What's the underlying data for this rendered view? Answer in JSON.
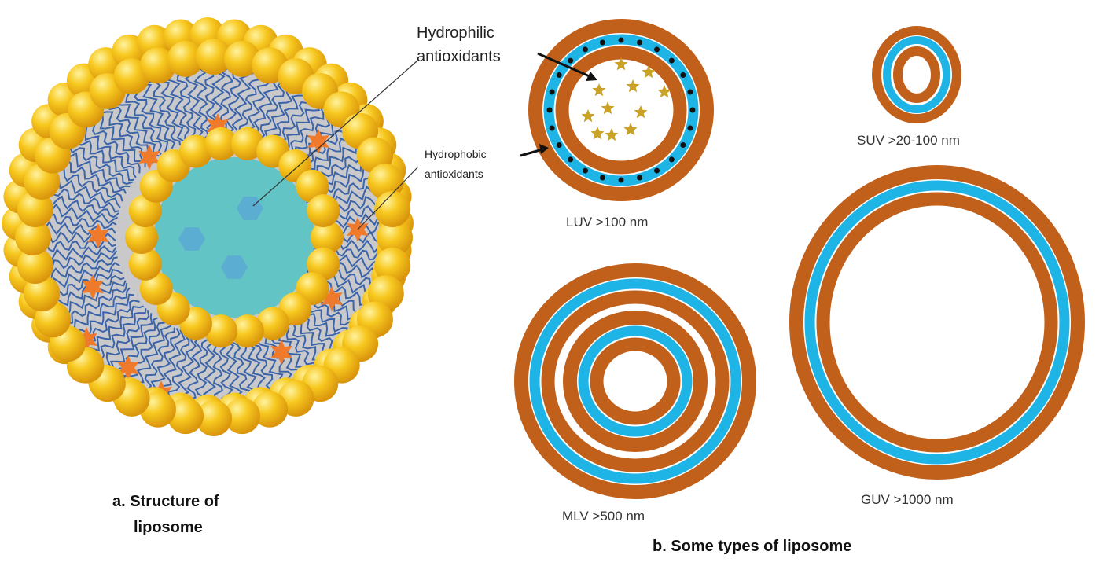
{
  "annotations": {
    "hydrophilic": [
      "Hydrophilic",
      "antioxidants"
    ],
    "hydrophobic": [
      "Hydrophobic",
      "antioxidants"
    ]
  },
  "types": {
    "luv": "LUV >100 nm",
    "suv": "SUV >20-100 nm",
    "mlv": "MLV >500 nm",
    "guv": "GUV >1000 nm"
  },
  "captions": {
    "a": [
      "a. Structure of",
      "liposome"
    ],
    "b": "b. Some types of liposome"
  },
  "colors": {
    "head": "#f5c21b",
    "tail": "#3a63a8",
    "bilayer_bg": "#c9c9cc",
    "core": "#62c4c4",
    "hydrophilic_mark": "#5aa7d6",
    "hydrophobic_mark": "#f07a2c",
    "ring_orange": "#c1601a",
    "ring_blue": "#1fb4e6",
    "star_gold": "#c9a227"
  }
}
